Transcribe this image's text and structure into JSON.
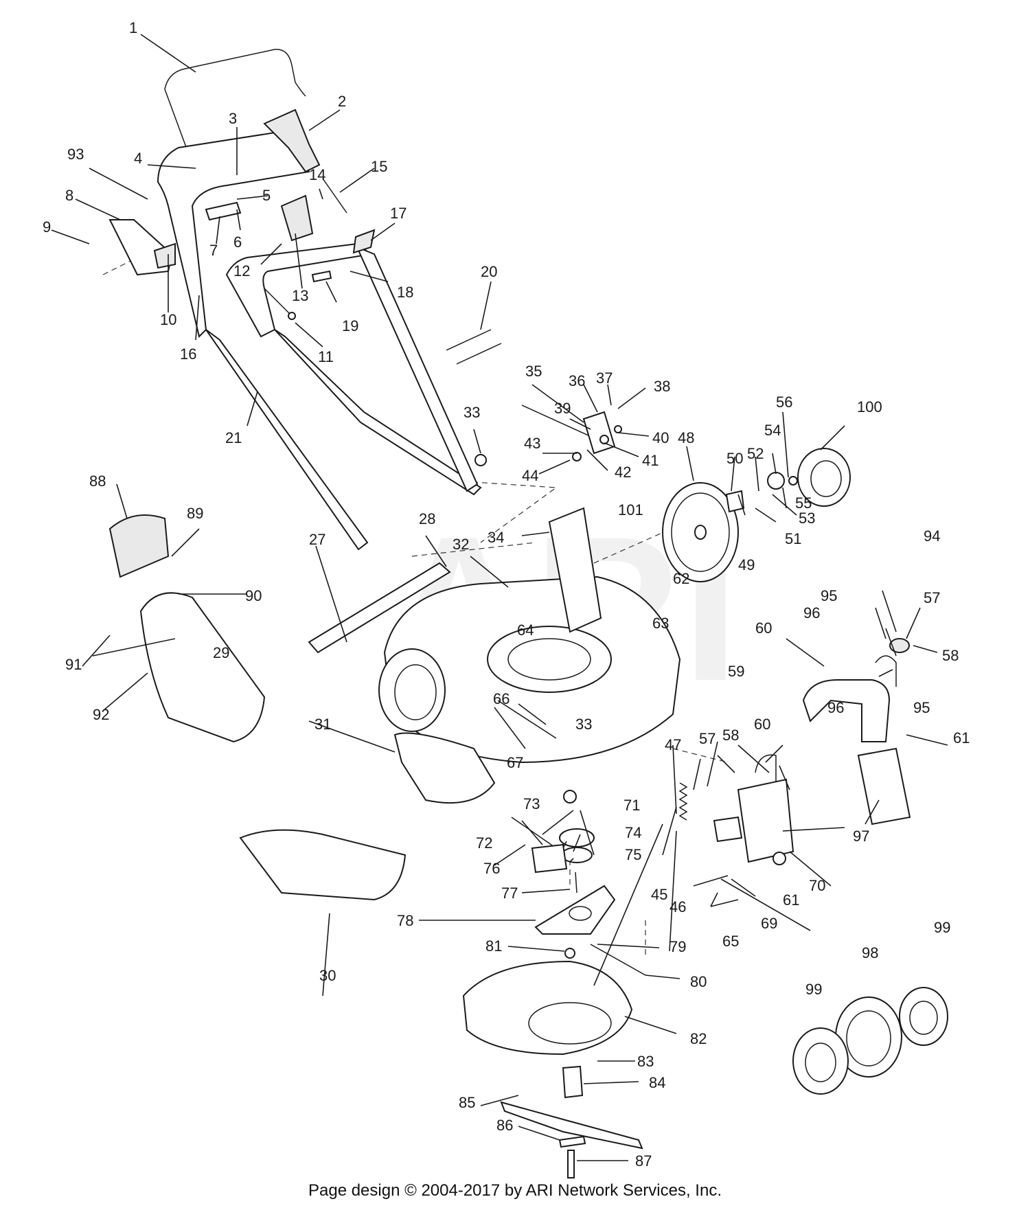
{
  "watermark": "ARI",
  "footer": "Page design © 2004-2017 by ARI Network Services, Inc.",
  "callouts": [
    "1",
    "2",
    "3",
    "4",
    "5",
    "6",
    "7",
    "8",
    "9",
    "10",
    "11",
    "12",
    "13",
    "14",
    "15",
    "16",
    "17",
    "18",
    "19",
    "20",
    "21",
    "27",
    "28",
    "29",
    "30",
    "31",
    "32",
    "33",
    "33",
    "34",
    "35",
    "36",
    "37",
    "38",
    "39",
    "40",
    "41",
    "42",
    "43",
    "44",
    "45",
    "46",
    "47",
    "48",
    "49",
    "50",
    "51",
    "52",
    "53",
    "54",
    "55",
    "56",
    "57",
    "57",
    "58",
    "58",
    "59",
    "60",
    "60",
    "61",
    "61",
    "62",
    "63",
    "64",
    "65",
    "66",
    "67",
    "69",
    "70",
    "71",
    "72",
    "73",
    "74",
    "75",
    "76",
    "77",
    "78",
    "79",
    "80",
    "81",
    "82",
    "83",
    "84",
    "85",
    "86",
    "87",
    "88",
    "89",
    "90",
    "91",
    "92",
    "93",
    "94",
    "95",
    "95",
    "96",
    "96",
    "97",
    "98",
    "99",
    "99",
    "100",
    "101"
  ]
}
